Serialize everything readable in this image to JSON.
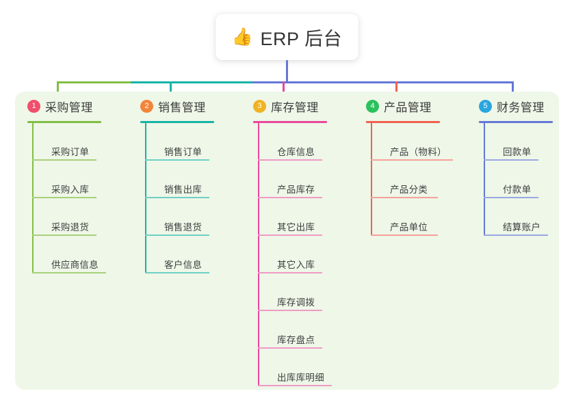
{
  "root": {
    "emoji": "👍",
    "emoji_icon_name": "thumbs-up-icon",
    "title": "ERP 后台"
  },
  "palette": {
    "panel_bg": "#eef7e8",
    "page_bg": "#ffffff",
    "col1_line": "#82bd45",
    "col1_rule": "#a8d07a",
    "col2_line": "#16b3a6",
    "col2_rule": "#6fcfc6",
    "col3_line": "#e8479b",
    "col3_rule": "#f09ac6",
    "col4_line": "#f0604f",
    "col4_rule": "#f7a099",
    "col5_line": "#6477d6",
    "col5_rule": "#9aa7e2",
    "badge1": "#ef4f6b",
    "badge2": "#f2853c",
    "badge3": "#f0b323",
    "badge4": "#2bc15e",
    "badge5": "#29a6e0",
    "trunk": "#6477d6"
  },
  "columns": [
    {
      "index": "1",
      "title": "采购管理",
      "badge_color": "#ef4f6b",
      "line_color": "#82bd45",
      "rule_color": "#a8d07a",
      "items": [
        {
          "label": "采购订单"
        },
        {
          "label": "采购入库"
        },
        {
          "label": "采购退货"
        },
        {
          "label": "供应商信息"
        }
      ]
    },
    {
      "index": "2",
      "title": "销售管理",
      "badge_color": "#f2853c",
      "line_color": "#16b3a6",
      "rule_color": "#6fcfc6",
      "items": [
        {
          "label": "销售订单"
        },
        {
          "label": "销售出库"
        },
        {
          "label": "销售退货"
        },
        {
          "label": "客户信息"
        }
      ]
    },
    {
      "index": "3",
      "title": "库存管理",
      "badge_color": "#f0b323",
      "line_color": "#e8479b",
      "rule_color": "#f09ac6",
      "items": [
        {
          "label": "仓库信息"
        },
        {
          "label": "产品库存"
        },
        {
          "label": "其它出库"
        },
        {
          "label": "其它入库"
        },
        {
          "label": "库存调拨"
        },
        {
          "label": "库存盘点"
        },
        {
          "label": "出库库明细"
        }
      ]
    },
    {
      "index": "4",
      "title": "产品管理",
      "badge_color": "#2bc15e",
      "line_color": "#f0604f",
      "rule_color": "#f7a099",
      "items": [
        {
          "label": "产品（物料）"
        },
        {
          "label": "产品分类"
        },
        {
          "label": "产品单位"
        }
      ]
    },
    {
      "index": "5",
      "title": "财务管理",
      "badge_color": "#29a6e0",
      "line_color": "#6477d6",
      "rule_color": "#9aa7e2",
      "items": [
        {
          "label": "回款单"
        },
        {
          "label": "付款单"
        },
        {
          "label": "结算账户"
        }
      ]
    }
  ]
}
